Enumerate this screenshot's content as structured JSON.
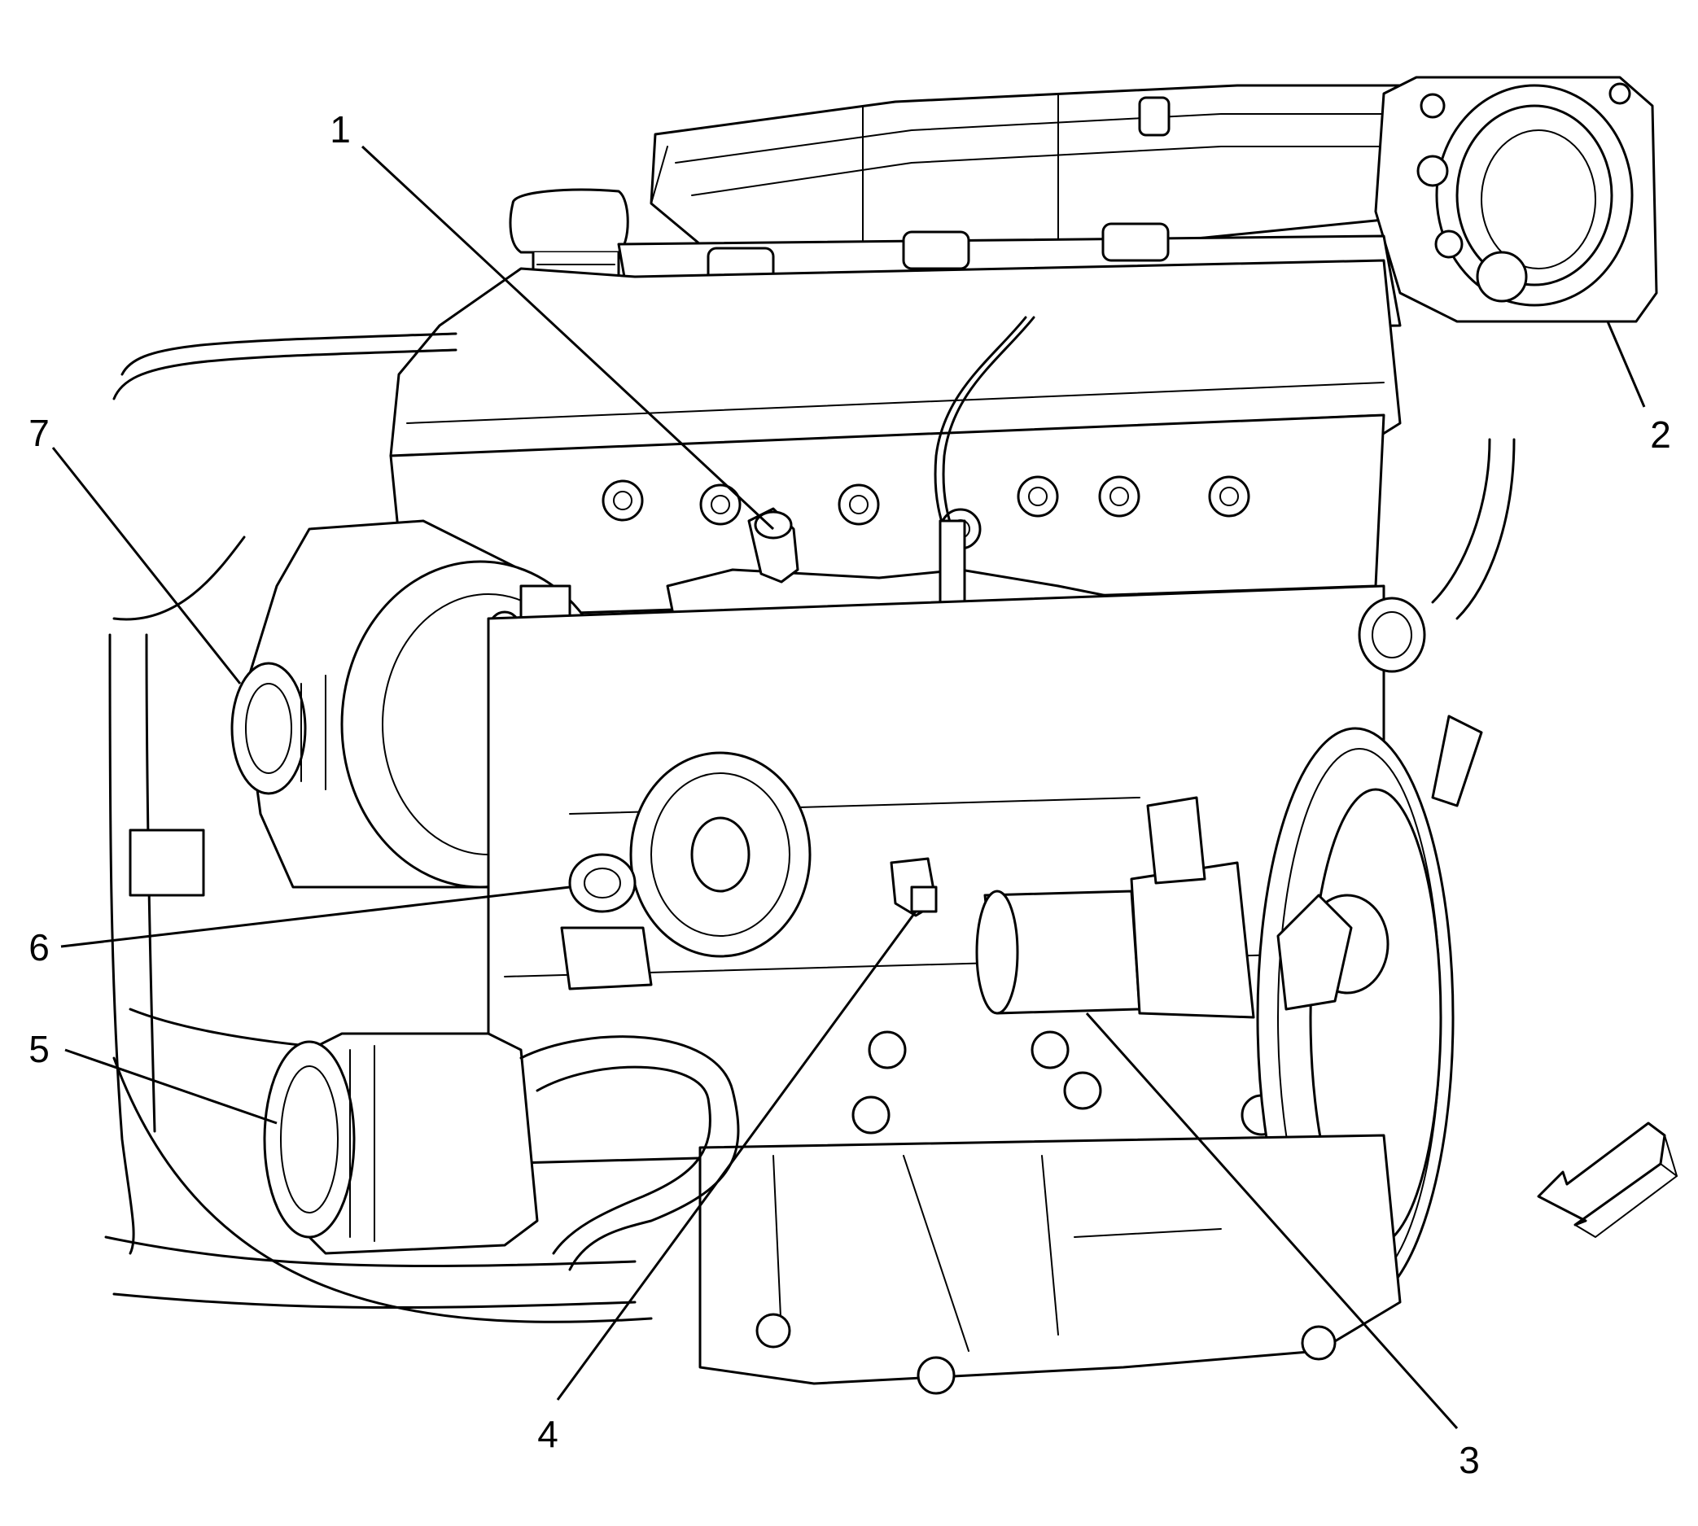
{
  "callouts": [
    {
      "id": "1",
      "label": "1"
    },
    {
      "id": "2",
      "label": "2"
    },
    {
      "id": "3",
      "label": "3"
    },
    {
      "id": "4",
      "label": "4"
    },
    {
      "id": "5",
      "label": "5"
    },
    {
      "id": "6",
      "label": "6"
    },
    {
      "id": "7",
      "label": "7"
    }
  ],
  "orientation_icon": "arrow-icon",
  "colors": {
    "line": "#000000",
    "background": "#ffffff"
  }
}
